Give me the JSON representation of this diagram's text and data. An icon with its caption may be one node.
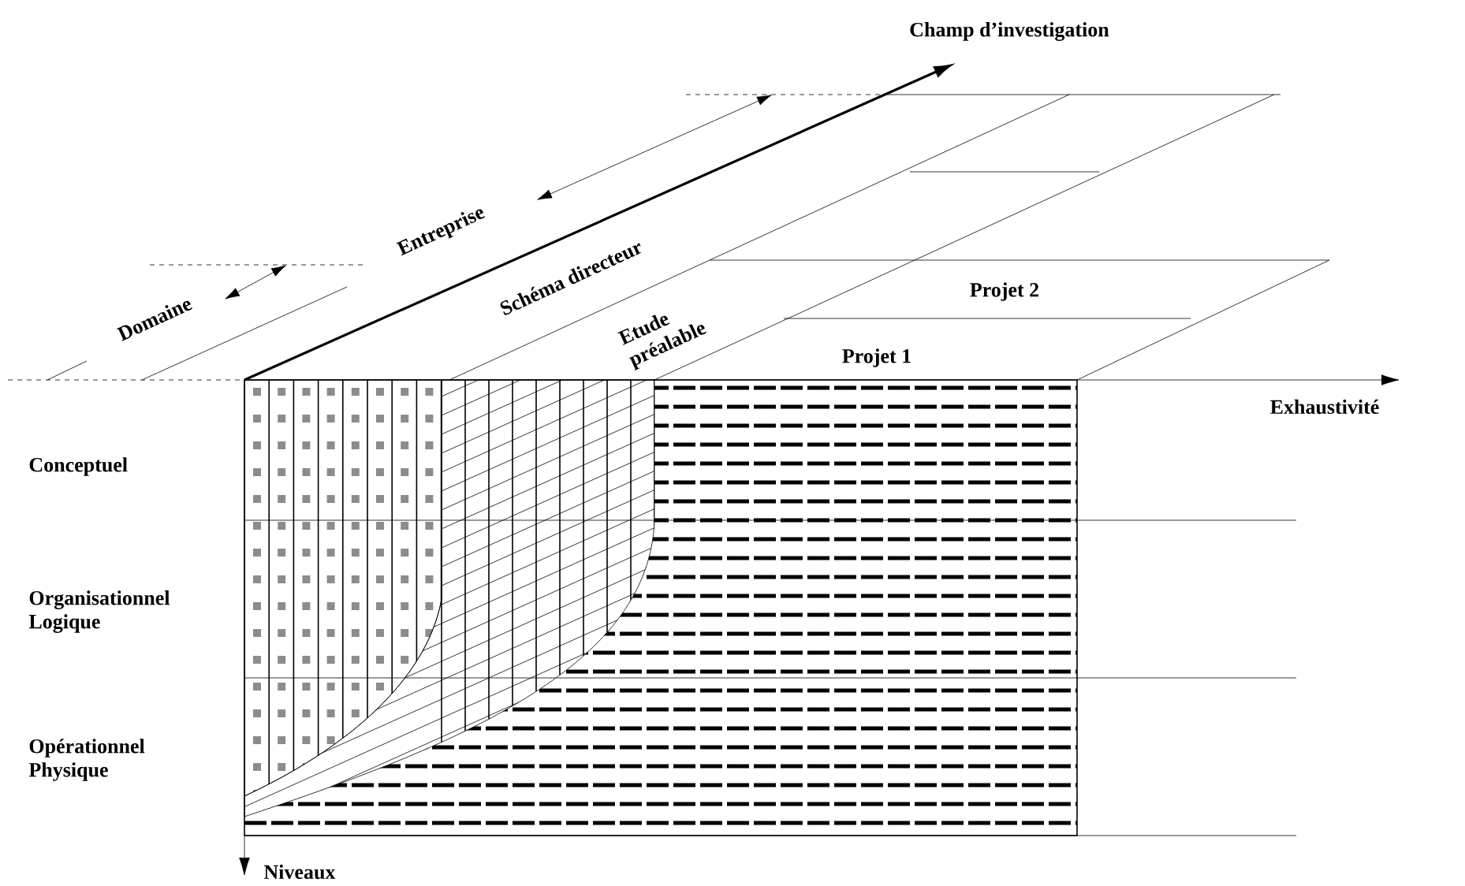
{
  "diagram": {
    "labels": [
      "Champ d’investigation",
      "Entreprise",
      "Schéma directeur",
      "Domaine",
      "Etude préalable",
      "Projet 2",
      "Projet 1",
      "Exhaustivité",
      "Conceptuel",
      "Organisationnel Logique",
      "Opérationnel Physique",
      "Niveaux"
    ]
  }
}
